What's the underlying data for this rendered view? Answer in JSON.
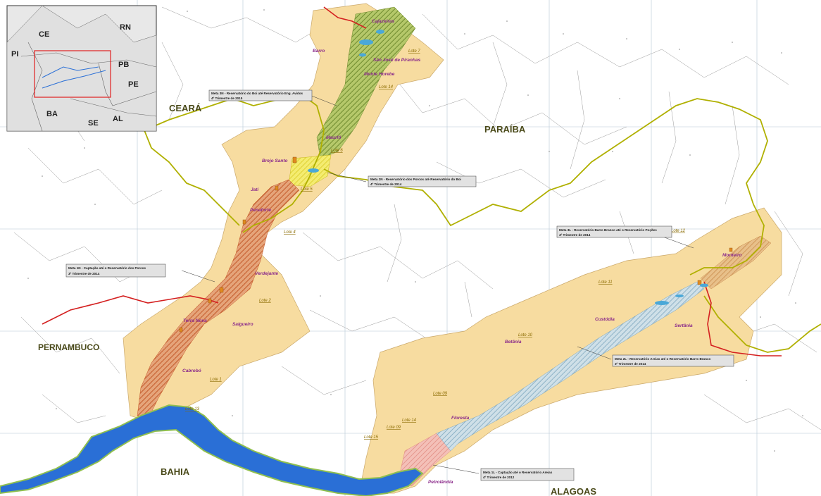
{
  "states": [
    {
      "id": "ceara",
      "label": "CEARÁ"
    },
    {
      "id": "paraiba",
      "label": "PARAÍBA"
    },
    {
      "id": "pernambuco",
      "label": "PERNAMBUCO"
    },
    {
      "id": "bahia",
      "label": "BAHIA"
    },
    {
      "id": "alagoas",
      "label": "ALAGOAS"
    }
  ],
  "inset": {
    "labels": [
      {
        "id": "ce",
        "label": "CE"
      },
      {
        "id": "rn",
        "label": "RN"
      },
      {
        "id": "pi",
        "label": "PI"
      },
      {
        "id": "pb",
        "label": "PB"
      },
      {
        "id": "pe",
        "label": "PE"
      },
      {
        "id": "ba",
        "label": "BA"
      },
      {
        "id": "se",
        "label": "SE"
      },
      {
        "id": "al",
        "label": "AL"
      }
    ]
  },
  "towns": [
    {
      "id": "cajazeiras",
      "label": "Cajazeiras"
    },
    {
      "id": "sao-jose-piranhas",
      "label": "São José de Piranhas"
    },
    {
      "id": "monte-horebe",
      "label": "Monte Horebe"
    },
    {
      "id": "barro",
      "label": "Barro"
    },
    {
      "id": "mauriti",
      "label": "Mauriti"
    },
    {
      "id": "brejo-santo",
      "label": "Brejo Santo"
    },
    {
      "id": "jati",
      "label": "Jati"
    },
    {
      "id": "penaforte",
      "label": "Penaforte"
    },
    {
      "id": "verdejante",
      "label": "Verdejante"
    },
    {
      "id": "salgueiro",
      "label": "Salgueiro"
    },
    {
      "id": "terra-nova",
      "label": "Terra Nova"
    },
    {
      "id": "cabrobo",
      "label": "Cabrobó"
    },
    {
      "id": "monteiro",
      "label": "Monteiro"
    },
    {
      "id": "custodia",
      "label": "Custódia"
    },
    {
      "id": "sertania",
      "label": "Sertânia"
    },
    {
      "id": "betania",
      "label": "Betânia"
    },
    {
      "id": "floresta",
      "label": "Floresta"
    },
    {
      "id": "petrolandia",
      "label": "Petrolândia"
    }
  ],
  "lotes": [
    {
      "id": "lote-7",
      "label": "Lote 7"
    },
    {
      "id": "lote-14-n",
      "label": "Lote 14"
    },
    {
      "id": "lote-6",
      "label": "Lote 6"
    },
    {
      "id": "lote-5",
      "label": "Lote 5"
    },
    {
      "id": "lote-4",
      "label": "Lote 4"
    },
    {
      "id": "lote-2",
      "label": "Lote 2"
    },
    {
      "id": "lote-1",
      "label": "Lote 1"
    },
    {
      "id": "lote-13",
      "label": "Lote 13"
    },
    {
      "id": "lote-12",
      "label": "Lote 12"
    },
    {
      "id": "lote-11",
      "label": "Lote 11"
    },
    {
      "id": "lote-10",
      "label": "Lote 10"
    },
    {
      "id": "lote-09a",
      "label": "Lote 09"
    },
    {
      "id": "lote-14-s",
      "label": "Lote 14"
    },
    {
      "id": "lote-09b",
      "label": "Lote 09"
    },
    {
      "id": "lote-15",
      "label": "Lote 15"
    }
  ],
  "callouts": [
    {
      "id": "meta-3n",
      "line1": "Meta 3N - Reservatório do Boi até Reservatório Eng. Avidos",
      "line2": "4º Trimestre de 2015"
    },
    {
      "id": "meta-2n",
      "line1": "Meta 2N - Reservatório dos Porcos até Reservatório do Boi",
      "line2": "4º Trimestre de 2014"
    },
    {
      "id": "meta-1n",
      "line1": "Meta 1N - Captação até o Reservatório dos Porcos",
      "line2": "3º Trimestre de 2014"
    },
    {
      "id": "meta-3l",
      "line1": "Meta 3L - Reservatório Barro Branco até o Reservatório Poções",
      "line2": "4º Trimestre de 2014"
    },
    {
      "id": "meta-2l",
      "line1": "Meta 2L - Reservatório Areias até o Reservatório Barro Branco",
      "line2": "3º Trimestre de 2014"
    },
    {
      "id": "meta-1l",
      "line1": "Meta 1L - Captação até o Reservatório Areias",
      "line2": "4º Trimestre de 2012"
    }
  ],
  "colors": {
    "project_area": "#f7dca0",
    "meta_1n": "#d9875a",
    "meta_2n": "#f2e65a",
    "meta_3n": "#8aa84a",
    "meta_1l": "#f0a8a0",
    "meta_2l": "#a8c8d8",
    "meta_3l": "#d9a070",
    "state_border": "#b8b800",
    "canal": "#d42020",
    "river": "#2a6fd6",
    "river_edge": "#8fbf4f"
  }
}
